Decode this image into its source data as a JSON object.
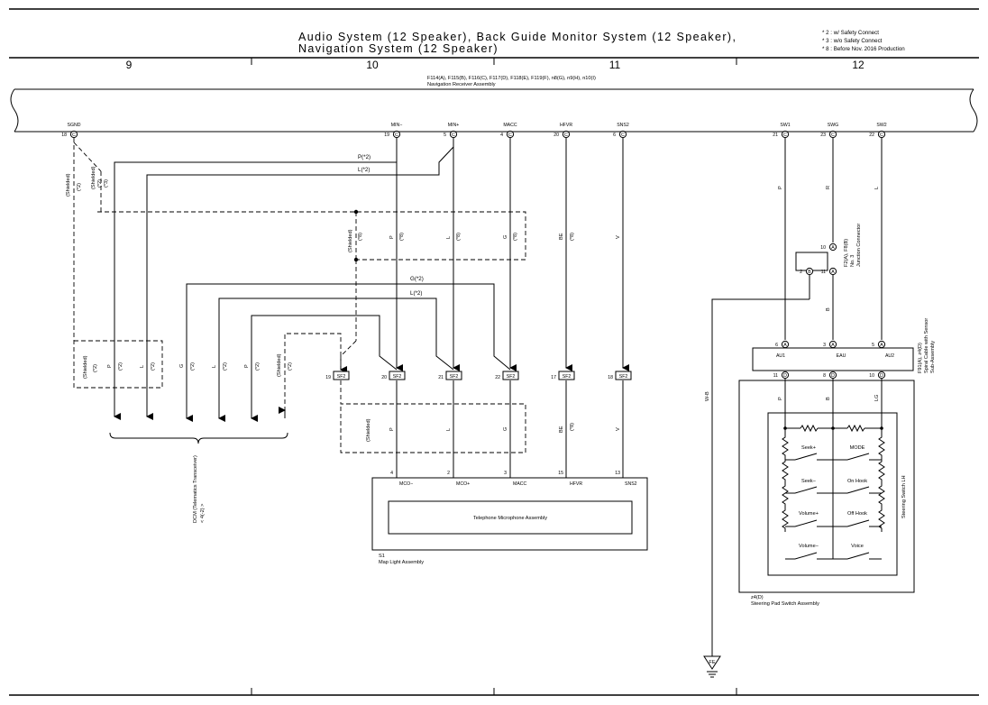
{
  "title": {
    "line1": "Audio System (12 Speaker),  Back Guide Monitor System (12 Speaker),",
    "line2": "Navigation System (12 Speaker)"
  },
  "notes": [
    "* 2 : w/ Safety Connect",
    "* 3 : w/o Safety Connect",
    "* 8 : Before Nov.  2016 Production"
  ],
  "columns": [
    "9",
    "10",
    "11",
    "12"
  ],
  "receiver": {
    "connectors": "F114(A), F115(B), F116(C), F117(D), F118(E), F119(F), n8(G), n9(H), n10(I)",
    "name": "Navigation Receiver Assembly",
    "pins": [
      {
        "name": "SGND",
        "num": "18",
        "conn": "C"
      },
      {
        "name": "MIN−",
        "num": "19",
        "conn": "C"
      },
      {
        "name": "MIN+",
        "num": "5",
        "conn": "C"
      },
      {
        "name": "MACC",
        "num": "4",
        "conn": "C"
      },
      {
        "name": "HFVR",
        "num": "20",
        "conn": "C"
      },
      {
        "name": "SNS2",
        "num": "6",
        "conn": "C"
      },
      {
        "name": "SW1",
        "num": "21",
        "conn": "C"
      },
      {
        "name": "SWG",
        "num": "23",
        "conn": "C"
      },
      {
        "name": "SW2",
        "num": "22",
        "conn": "C"
      }
    ]
  },
  "labels": {
    "p_star2": "P(*2)",
    "l_star2": "L(*2)",
    "g_star2": "G(*2)",
    "l_star2b": "L(*2)",
    "shielded": "(Shielded)",
    "star2": "(*2)",
    "star3": "(*3)",
    "star8": "(*8)",
    "w_b": "W-B",
    "fe": "FE",
    "p": "P",
    "l": "L",
    "g": "G",
    "be": "BE",
    "v": "V",
    "r": "R",
    "b": "B",
    "lg": "LG",
    "a": "A",
    "d": "D"
  },
  "splices": [
    {
      "num": "19",
      "label": "SF2"
    },
    {
      "num": "20",
      "label": "SF2"
    },
    {
      "num": "21",
      "label": "SF2"
    },
    {
      "num": "22",
      "label": "SF2"
    },
    {
      "num": "17",
      "label": "SF2"
    },
    {
      "num": "18",
      "label": "SF2"
    }
  ],
  "dcm": {
    "name": "DCM (Telematics Transceiver)",
    "conn": "< 4(-2) >"
  },
  "junction": {
    "code": "F2(A), F8(B)",
    "name1": "No. 3",
    "name2": "Junction Connector",
    "pin10": "10",
    "pin11": "11",
    "pin2": "2",
    "a": "A",
    "b": "B"
  },
  "spiral": {
    "code": "F91(A), z4(D)",
    "name1": "Spiral Cable with Sensor",
    "name2": "Sub-Assembly",
    "pins_top": [
      {
        "num": "6",
        "conn": "A"
      },
      {
        "num": "3",
        "conn": "A"
      },
      {
        "num": "5",
        "conn": "A"
      }
    ],
    "labels": [
      "AU1",
      "EAU",
      "AU2"
    ],
    "pins_bottom": [
      {
        "num": "11",
        "conn": "D"
      },
      {
        "num": "8",
        "conn": "D"
      },
      {
        "num": "10",
        "conn": "D"
      }
    ]
  },
  "switches": {
    "inner_name": "Steering Switch LH",
    "buttons": [
      "Seek+",
      "MODE",
      "Seek−",
      "On Hook",
      "Volume+",
      "Off Hook",
      "Volume−",
      "Voice"
    ],
    "code": "z4(D)",
    "name": "Steering Pad Switch Assembly"
  },
  "map_light": {
    "inner": "Telephone Microphone Assembly",
    "code": "S1",
    "name": "Map Light Assembly",
    "pins": [
      {
        "num": "4",
        "name": "MCO−"
      },
      {
        "num": "2",
        "name": "MCO+"
      },
      {
        "num": "3",
        "name": "MACC"
      },
      {
        "num": "15",
        "name": "HFVR"
      },
      {
        "num": "13",
        "name": "SNS2"
      }
    ]
  }
}
